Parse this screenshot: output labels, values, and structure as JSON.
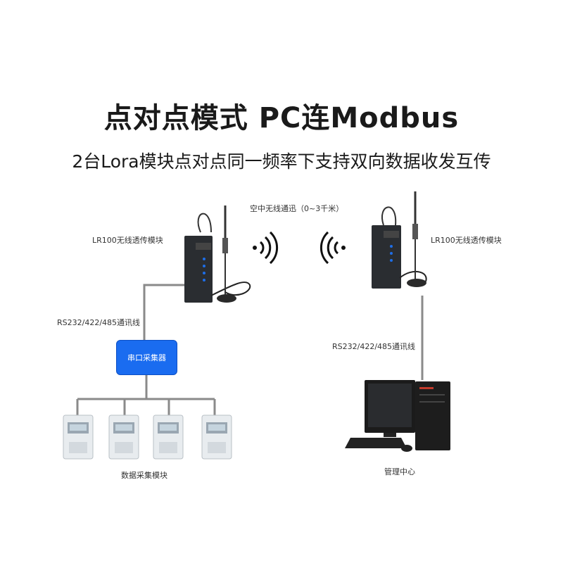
{
  "title": "点对点模式 PC连Modbus",
  "subtitle": "2台Lora模块点对点同一频率下支持双向数据收发互传",
  "labels": {
    "air": "空中无线通迅（0~3千米）",
    "module_left": "LR100无线透传模块",
    "module_right": "LR100无线透传模块",
    "serial_left": "RS232/422/485通讯线",
    "serial_right": "RS232/422/485通讯线",
    "collector": "串口采集器",
    "data_module": "数据采集模块",
    "center": "管理中心"
  },
  "colors": {
    "collector": "#1a6cf0",
    "line": "#8a8a8a",
    "device": "#2a2d31",
    "led": "#1e6ee8"
  },
  "icons": [
    "wifi-signal-right-icon",
    "wifi-signal-left-icon",
    "antenna-icon",
    "meter-icon",
    "computer-icon"
  ]
}
